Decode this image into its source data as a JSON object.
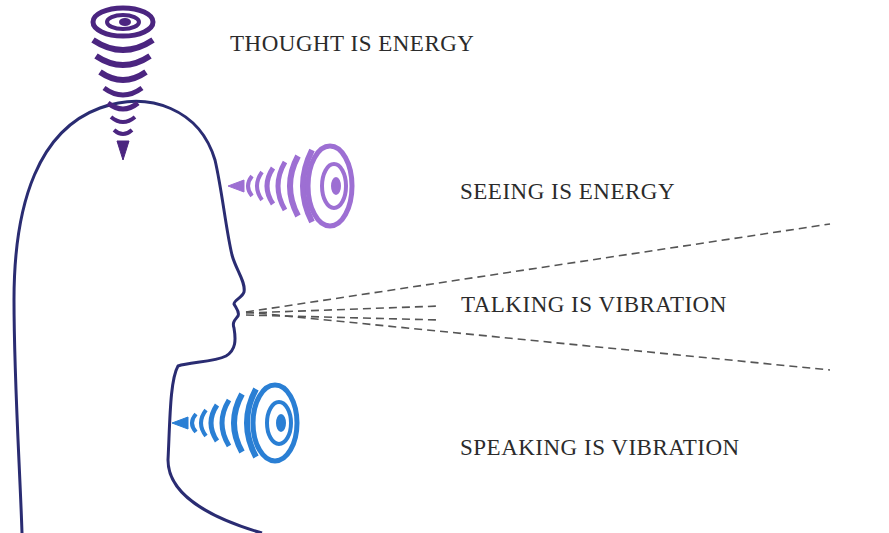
{
  "diagram": {
    "labels": [
      "THOUGHT IS ENERGY",
      "SEEING IS ENERGY",
      "TALKING IS VIBRATION",
      "SPEAKING IS VIBRATION"
    ]
  }
}
